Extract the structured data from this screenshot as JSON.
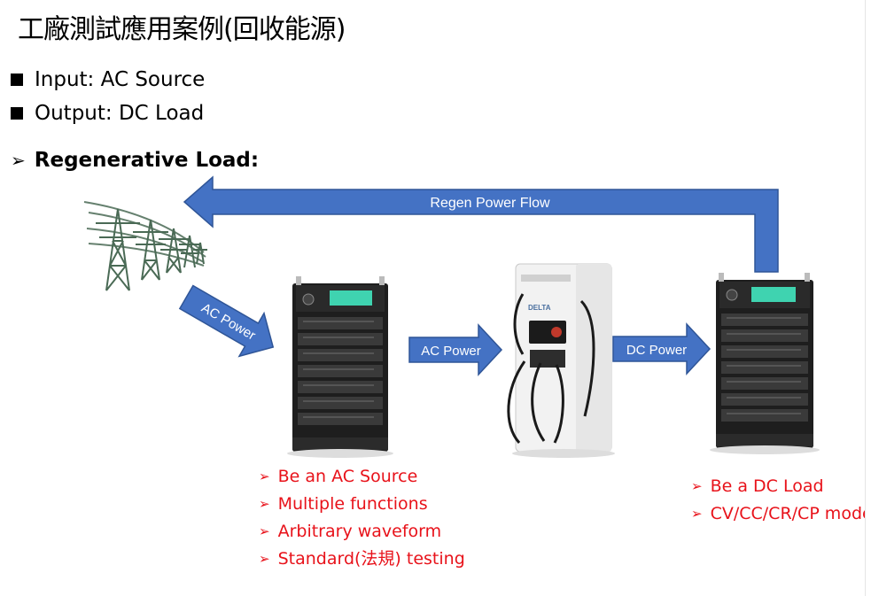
{
  "title": "工廠測試應用案例(回收能源)",
  "bullets": [
    "Input: AC Source",
    "Output: DC Load"
  ],
  "heading": "Regenerative Load:",
  "arrows": {
    "regen": "Regen Power Flow",
    "ac_in": "AC Power",
    "ac_out": "AC Power",
    "dc": "DC Power"
  },
  "source_features": [
    "Be an AC Source",
    "Multiple functions",
    "Arbitrary waveform",
    "Standard(法規) testing"
  ],
  "load_features": [
    "Be a DC Load",
    "CV/CC/CR/CP modes"
  ],
  "charger_brand": "DELTA",
  "colors": {
    "arrow_fill": "#4472c4",
    "arrow_stroke": "#2f5597",
    "feature_text": "#e8121a",
    "screen": "#3fd3b0"
  }
}
